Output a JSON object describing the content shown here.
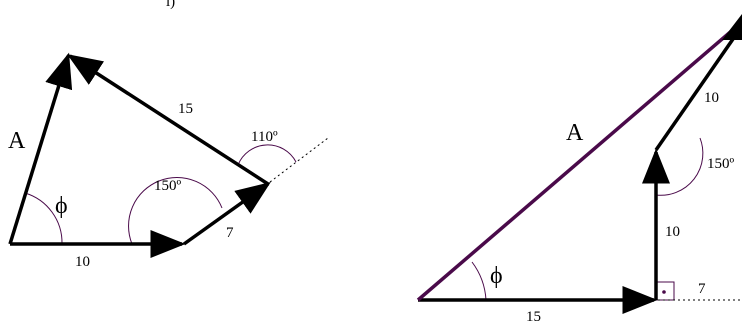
{
  "left": {
    "resultant": "A",
    "angle": "ϕ",
    "v1": "10",
    "v2": "7",
    "v3": "15",
    "angle_150": "150º",
    "angle_110": "110º"
  },
  "right": {
    "resultant": "A",
    "angle": "ϕ",
    "v1": "15",
    "v2": "10",
    "v3": "10",
    "v4": "7",
    "angle_150": "150º"
  },
  "top_fragment": "l)"
}
